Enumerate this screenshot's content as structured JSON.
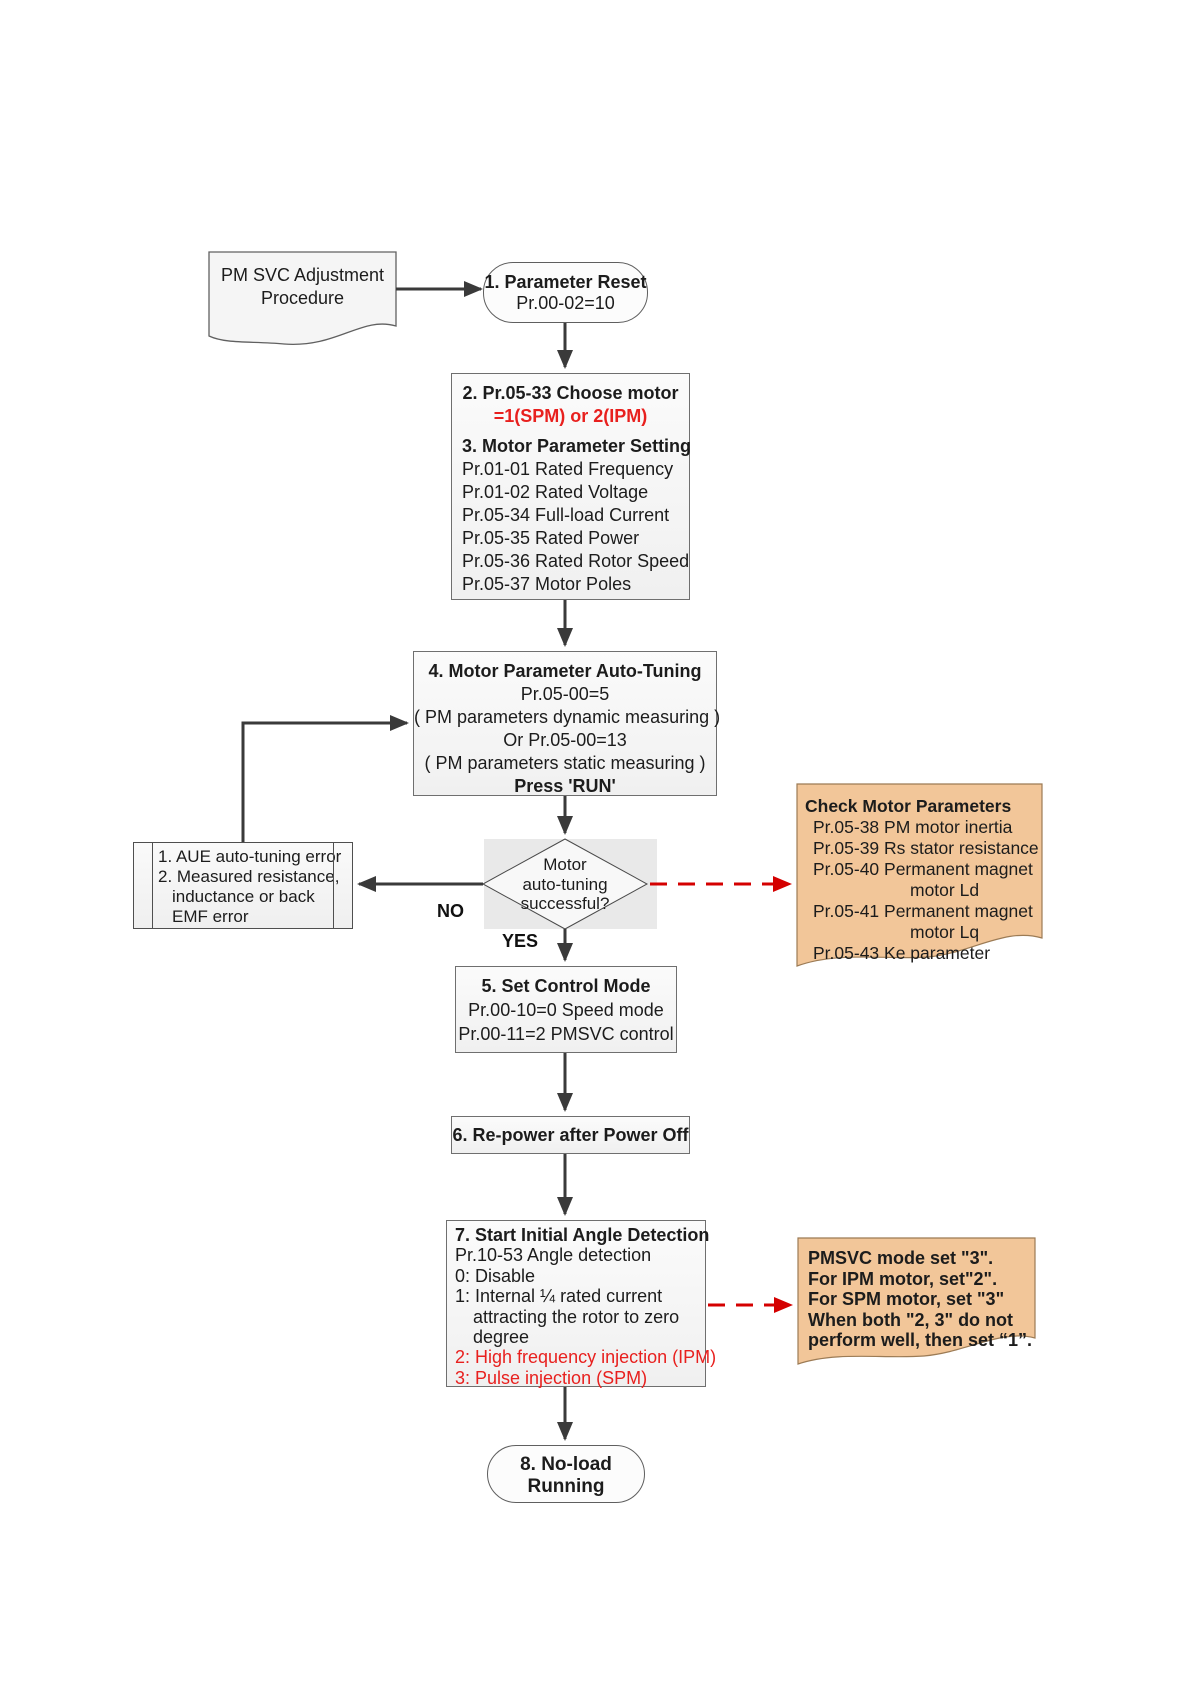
{
  "labels": {
    "no": "NO",
    "yes": "YES"
  },
  "colors": {
    "accent_red_text": "#e8201e",
    "arrow_dark": "#3a3a3a",
    "arrow_red_dashed": "#d40000",
    "note_fill": "#f2c699",
    "box_fill": "#f5f5f5"
  },
  "nodes": {
    "start": {
      "lines": [
        "PM SVC Adjustment",
        "Procedure"
      ]
    },
    "step1": {
      "lines": [
        "1. Parameter Reset",
        "Pr.00-02=10"
      ]
    },
    "step23": {
      "lines": [
        "2. Pr.05-33 Choose motor",
        "=1(SPM) or 2(IPM)",
        "3. Motor Parameter Setting",
        "Pr.01-01 Rated Frequency",
        "Pr.01-02 Rated Voltage",
        "Pr.05-34 Full-load Current",
        "Pr.05-35 Rated Power",
        "Pr.05-36 Rated Rotor Speed",
        "Pr.05-37 Motor Poles"
      ]
    },
    "step4": {
      "lines": [
        "4. Motor Parameter Auto-Tuning",
        "Pr.05-00=5",
        "( PM parameters dynamic measuring )",
        "Or Pr.05-00=13",
        "( PM parameters static measuring )",
        "Press 'RUN'"
      ]
    },
    "decision": {
      "lines": [
        "Motor",
        "auto-tuning",
        "successful?"
      ]
    },
    "error": {
      "lines": [
        "1. AUE auto-tuning error",
        "2. Measured resistance,",
        "inductance or back",
        "EMF error"
      ]
    },
    "check": {
      "lines": [
        "Check Motor Parameters",
        "Pr.05-38 PM motor inertia",
        "Pr.05-39 Rs stator resistance",
        "Pr.05-40 Permanent magnet",
        "motor Ld",
        "Pr.05-41 Permanent magnet",
        "motor Lq",
        "Pr.05-43 Ke parameter"
      ]
    },
    "step5": {
      "lines": [
        "5. Set Control Mode",
        "Pr.00-10=0 Speed mode",
        "Pr.00-11=2 PMSVC control"
      ]
    },
    "step6": {
      "lines": [
        "6. Re-power after Power Off"
      ]
    },
    "step7": {
      "lines": [
        "7. Start Initial Angle Detection",
        "Pr.10-53 Angle detection",
        "0: Disable",
        "1: Internal ¼ rated current",
        "attracting the rotor to zero",
        "degree",
        "2: High frequency injection (IPM)",
        "3: Pulse injection (SPM)"
      ]
    },
    "note": {
      "lines": [
        "PMSVC mode set \"3\".",
        "For IPM motor, set\"2\".",
        "For SPM motor, set \"3\"",
        "When both \"2, 3\" do not",
        "perform well, then set “1”."
      ]
    },
    "step8": {
      "lines": [
        "8. No-load",
        "Running"
      ]
    }
  }
}
